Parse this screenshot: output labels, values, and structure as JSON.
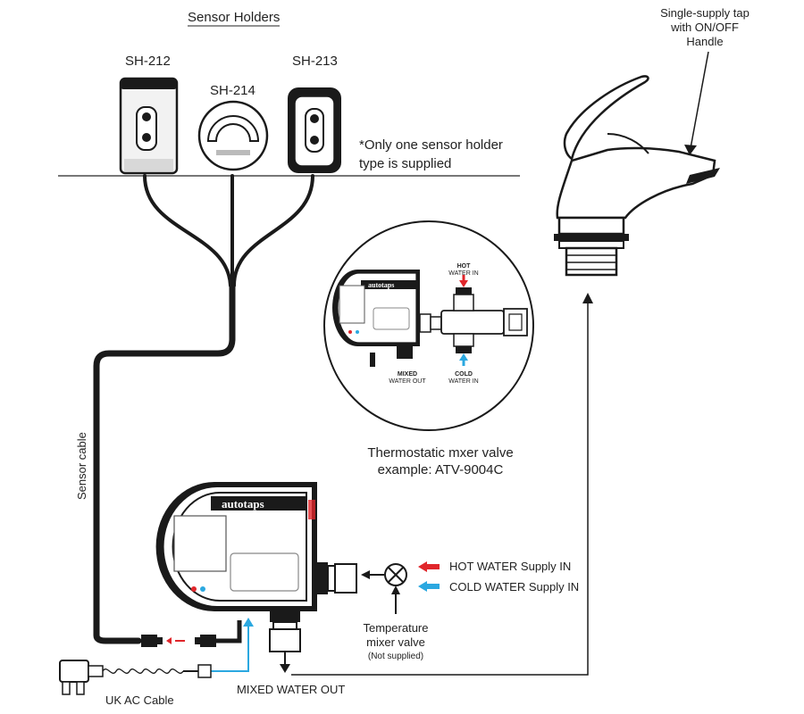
{
  "title": "Sensor Holders",
  "sensor_holders": [
    {
      "model": "SH-212"
    },
    {
      "model": "SH-214"
    },
    {
      "model": "SH-213"
    }
  ],
  "sensor_note": [
    "*Only one sensor holder",
    "type is supplied"
  ],
  "tap_label": [
    "Single-supply tap",
    "with ON/OFF",
    "Handle"
  ],
  "valve_example": {
    "caption": [
      "Thermostatic mxer valve",
      "example: ATV-9004C"
    ],
    "hot_in": [
      "HOT",
      "WATER IN"
    ],
    "cold_in": [
      "COLD",
      "WATER IN"
    ],
    "mixed_out": [
      "MIXED",
      "WATER OUT"
    ]
  },
  "brand": "autotaps",
  "sensor_cable": "Sensor cable",
  "hot_supply": "HOT WATER Supply IN",
  "cold_supply": "COLD WATER Supply IN",
  "mixer_valve": [
    "Temperature",
    "mixer valve",
    "(Not supplied)"
  ],
  "mixed_out": "MIXED WATER OUT",
  "ac_cable": "UK AC Cable",
  "colors": {
    "hot": "#e0262b",
    "cold": "#2ba8e0",
    "line": "#1a1a1a"
  }
}
